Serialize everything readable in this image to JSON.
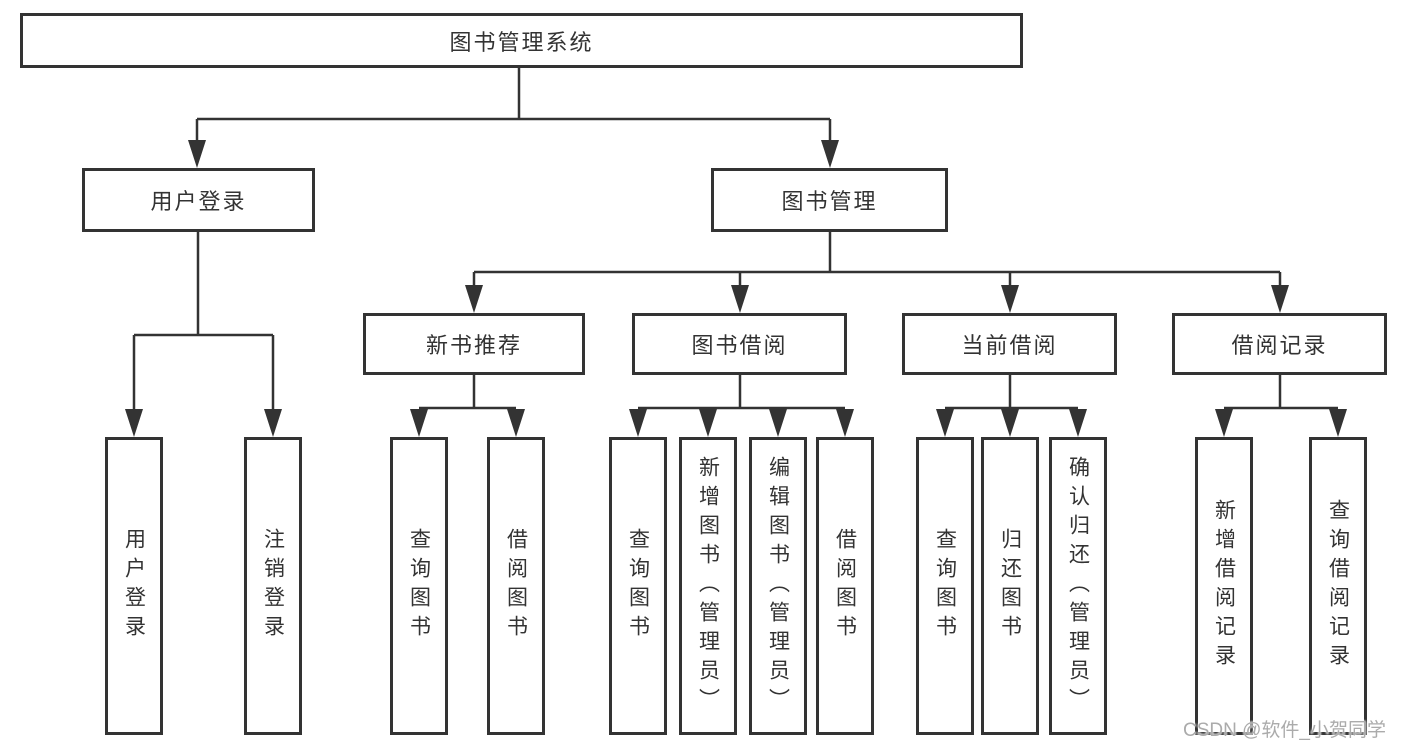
{
  "diagram_title": "图书管理系统",
  "nodes": {
    "root": {
      "label": "图书管理系统"
    },
    "user_login": {
      "label": "用户登录"
    },
    "book_management": {
      "label": "图书管理"
    },
    "new_book_recommend": {
      "label": "新书推荐"
    },
    "book_borrowing": {
      "label": "图书借阅"
    },
    "current_borrowing": {
      "label": "当前借阅"
    },
    "borrowing_records": {
      "label": "借阅记录"
    },
    "leaf_user_login": {
      "label": "用户登录"
    },
    "leaf_logout": {
      "label": "注销登录"
    },
    "leaf_query_books_recommend": {
      "label": "查询图书"
    },
    "leaf_borrow_books_recommend": {
      "label": "借阅图书"
    },
    "leaf_query_books_borrowing": {
      "label": "查询图书"
    },
    "leaf_add_books_admin": {
      "label": "新增图书（管理员）"
    },
    "leaf_edit_books_admin": {
      "label": "编辑图书（管理员）"
    },
    "leaf_borrow_books_borrowing": {
      "label": "借阅图书"
    },
    "leaf_query_books_current": {
      "label": "查询图书"
    },
    "leaf_return_books": {
      "label": "归还图书"
    },
    "leaf_confirm_return_admin": {
      "label": "确认归还（管理员）"
    },
    "leaf_add_borrow_record": {
      "label": "新增借阅记录"
    },
    "leaf_query_borrow_record": {
      "label": "查询借阅记录"
    }
  },
  "hierarchy": {
    "图书管理系统": {
      "用户登录": [
        "用户登录",
        "注销登录"
      ],
      "图书管理": {
        "新书推荐": [
          "查询图书",
          "借阅图书"
        ],
        "图书借阅": [
          "查询图书",
          "新增图书（管理员）",
          "编辑图书（管理员）",
          "借阅图书"
        ],
        "当前借阅": [
          "查询图书",
          "归还图书",
          "确认归还（管理员）"
        ],
        "借阅记录": [
          "新增借阅记录",
          "查询借阅记录"
        ]
      }
    }
  },
  "watermark": {
    "text": "CSDN @软件_小贺同学"
  },
  "colors": {
    "line": "#333333",
    "box_border": "#333333",
    "text": "#333333",
    "background": "#ffffff",
    "watermark_text": "#ababab"
  }
}
